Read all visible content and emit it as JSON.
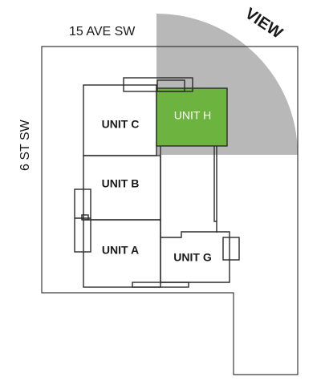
{
  "streets": {
    "north": "15 AVE SW",
    "west": "6 ST SW"
  },
  "view_label": "VIEW",
  "units": [
    {
      "id": "c",
      "label": "UNIT C",
      "highlighted": false
    },
    {
      "id": "h",
      "label": "UNIT H",
      "highlighted": true
    },
    {
      "id": "b",
      "label": "UNIT B",
      "highlighted": false
    },
    {
      "id": "a",
      "label": "UNIT A",
      "highlighted": false
    },
    {
      "id": "g",
      "label": "UNIT G",
      "highlighted": false
    }
  ],
  "colors": {
    "highlight": "#6db33f",
    "view_cone": "#b8b8b8",
    "lines": "#2b2b2b",
    "highlight_text": "#ffffff"
  }
}
